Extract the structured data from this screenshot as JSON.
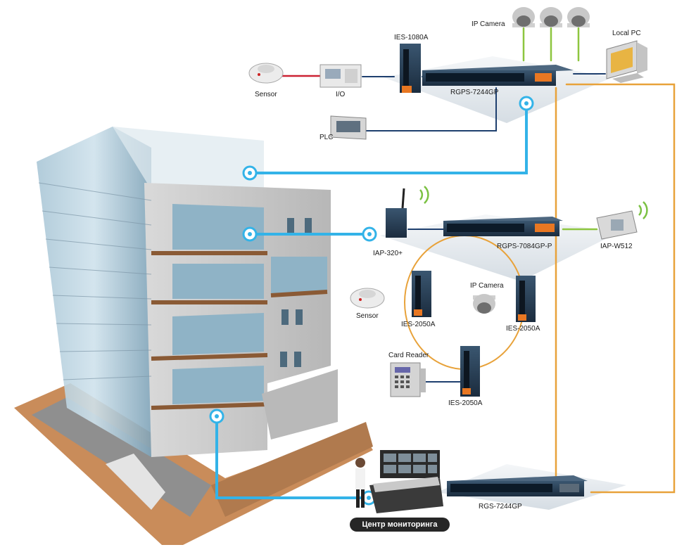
{
  "labels": {
    "ip_camera_top": "IP Camera",
    "local_pc": "Local  PC",
    "ies_1080a": "IES-1080A",
    "sensor_top": "Sensor",
    "io": "I/O",
    "rgps_7244gp": "RGPS-7244GP",
    "plc": "PLC",
    "iap_320": "IAP-320+",
    "rgps_7084gp_p": "RGPS-7084GP-P",
    "iap_w512": "IAP-W512",
    "ip_camera_mid": "IP Camera",
    "sensor_mid": "Sensor",
    "ies_2050a_left": "IES-2050A",
    "ies_2050a_right": "IES-2050A",
    "card_reader": "Card Reader",
    "ies_2050a_bottom": "IES-2050A",
    "rgs_7244gp": "RGS-7244GP",
    "monitoring_center": "Центр мониторинга"
  },
  "colors": {
    "fiber_link": "#e8a23a",
    "ethernet_link": "#33b3e8",
    "dark_link": "#1e3f6e",
    "sensor_link": "#cc2233",
    "camera_link": "#8dc63f",
    "ring": "#e8a23a"
  }
}
